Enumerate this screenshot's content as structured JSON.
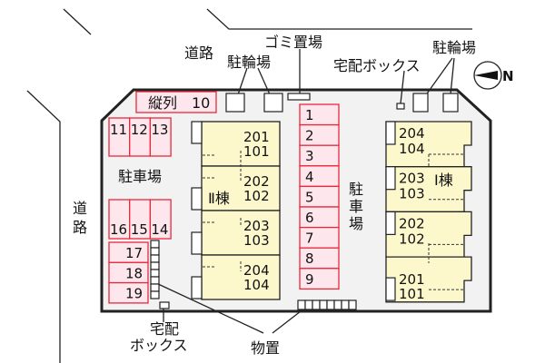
{
  "labels": {
    "road_top": "道路",
    "road_left": [
      "道",
      "路"
    ],
    "garbage": "ゴミ置場",
    "bicycle_left": "駐輪場",
    "bicycle_right": "駐輪場",
    "delivery_top": "宅配ボックス",
    "delivery_bottom_1": "宅配",
    "delivery_bottom_2": "ボックス",
    "storage": "物置",
    "parking_left": "駐車場",
    "parking_center": [
      "駐",
      "車",
      "場"
    ],
    "compass": "N"
  },
  "parking": {
    "tandem": "縦列　10",
    "top_left": [
      "11",
      "12",
      "13"
    ],
    "bottom_left": [
      "16",
      "15",
      "14"
    ],
    "stack": [
      "17",
      "18",
      "19"
    ],
    "column": [
      "1",
      "2",
      "3",
      "4",
      "5",
      "6",
      "7",
      "8",
      "9"
    ]
  },
  "building_2": {
    "name": "Ⅱ棟",
    "units": [
      [
        "201",
        "101"
      ],
      [
        "202",
        "102"
      ],
      [
        "203",
        "103"
      ],
      [
        "204",
        "104"
      ]
    ]
  },
  "building_1": {
    "name": "Ⅰ棟",
    "units": [
      [
        "204",
        "104"
      ],
      [
        "203",
        "103"
      ],
      [
        "202",
        "102"
      ],
      [
        "201",
        "101"
      ]
    ]
  },
  "colors": {
    "slot_fill": "#fde6ec",
    "slot_stroke": "#e8283c",
    "building_fill": "#fdf8cc",
    "site_fill": "#f2f2f2"
  }
}
